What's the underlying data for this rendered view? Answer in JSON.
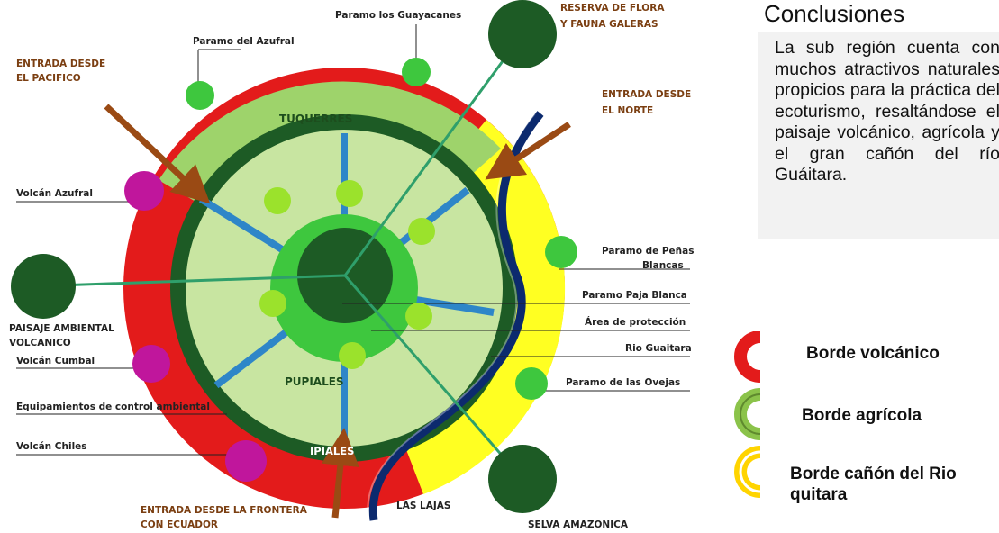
{
  "labels": {
    "paramo_guayacanes": "Paramo los Guayacanes",
    "reserva": [
      "RESERVA DE FLORA",
      "Y FAUNA GALERAS"
    ],
    "paramo_azufral": "Paramo del Azufral",
    "entrada_pacifico": [
      "ENTRADA DESDE",
      "EL PACIFICO"
    ],
    "entrada_norte": [
      "ENTRADA DESDE",
      "EL NORTE"
    ],
    "tuquerres": "TUQUERRES",
    "volcan_azufral": "Volcán Azufral",
    "paramo_penas": [
      "Paramo de Peñas",
      "Blancas"
    ],
    "paisaje": [
      "PAISAJE AMBIENTAL",
      "VOLCANICO"
    ],
    "paramo_paja": "Paramo Paja Blanca",
    "area_proteccion": "Área de protección",
    "rio_guaitara": "Rio Guaitara",
    "volcan_cumbal": "Volcán Cumbal",
    "pupiales": "PUPIALES",
    "paramo_ovejas": "Paramo de las Ovejas",
    "equipamientos": "Equipamientos de control ambiental",
    "volcan_chiles": "Volcán Chiles",
    "ipiales": "IPIALES",
    "entrada_frontera": [
      "ENTRADA DESDE LA FRONTERA",
      "CON ECUADOR"
    ],
    "las_lajas": "LAS LAJAS",
    "selva": "SELVA AMAZONICA"
  },
  "conclusion": {
    "title": "Conclusiones",
    "text": "La sub región cuenta con muchos atractivos naturales propicios para la práctica del ecoturismo, resaltándose el paisaje volcánico, agrícola y el gran cañón del río Guáitara."
  },
  "legend": [
    {
      "label": "Borde volcánico",
      "color": "#e31b1b"
    },
    {
      "label": "Borde agrícola",
      "color": "#8bc34a"
    },
    {
      "label": "Borde cañón del Rio quitara",
      "color": "#ffd400"
    }
  ],
  "colors": {
    "red_ring": "#e31b1b",
    "yellow_ring": "#ffff22",
    "agri_ring": "#9ed36b",
    "dark_green": "#1d5b25",
    "inner_fill": "#c8e5a1",
    "bright_green": "#3ec73e",
    "node_green": "#9be22c",
    "magenta": "#c0169c",
    "river_blue": "#0c2a6e",
    "spoke_blue": "#2e86c8",
    "arrow_brown": "#9a4a14",
    "line_teal": "#2f9f6b"
  }
}
